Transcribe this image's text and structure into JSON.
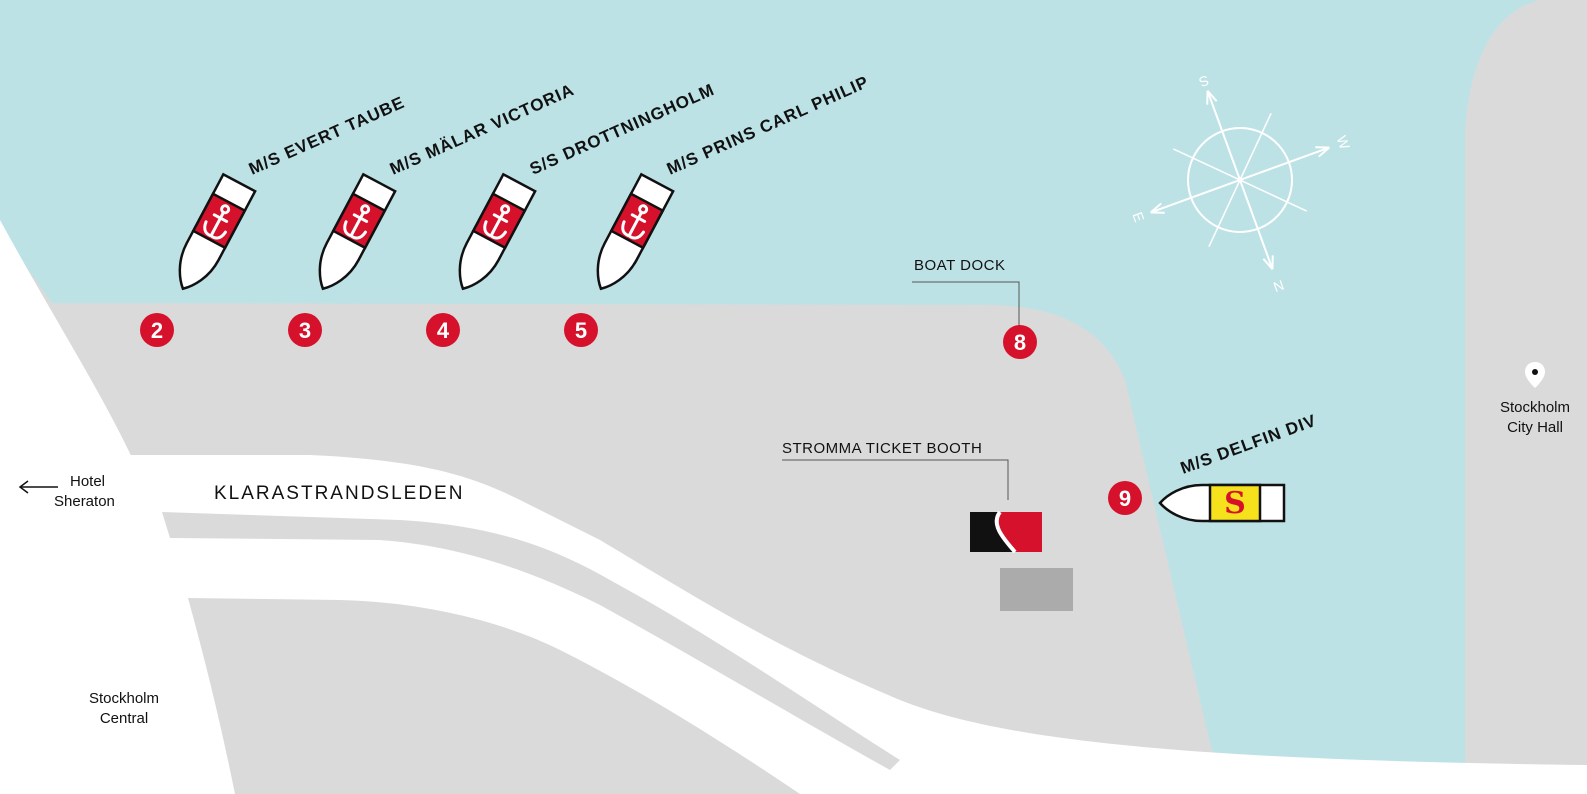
{
  "ships": [
    {
      "name": "M/S EVERT TAUBE",
      "berth": "2"
    },
    {
      "name": "M/S MÄLAR VICTORIA",
      "berth": "3"
    },
    {
      "name": "S/S DROTTNINGHOLM",
      "berth": "4"
    },
    {
      "name": "M/S PRINS CARL PHILIP",
      "berth": "5"
    },
    {
      "name": "M/S DELFIN DIV",
      "berth": "9"
    }
  ],
  "boat_dock": {
    "label": "BOAT DOCK",
    "berth": "8"
  },
  "ticket_booth": {
    "label": "STROMMA TICKET BOOTH"
  },
  "street": {
    "name": "KLARASTRANDSLEDEN"
  },
  "places": {
    "hotel_line1": "Hotel",
    "hotel_line2": "Sheraton",
    "central_line1": "Stockholm",
    "central_line2": "Central",
    "city_hall_line1": "Stockholm",
    "city_hall_line2": "City Hall"
  },
  "compass": {
    "n": "N",
    "s": "S",
    "e": "E",
    "w": "W"
  },
  "colors": {
    "water": "#bde2e6",
    "quay": "#dadada",
    "road": "#ffffff",
    "berth_red": "#d6112b",
    "anchor_band": "#d6112b",
    "booth_grey": "#ababab",
    "delfin_yellow": "#f5e11c"
  }
}
